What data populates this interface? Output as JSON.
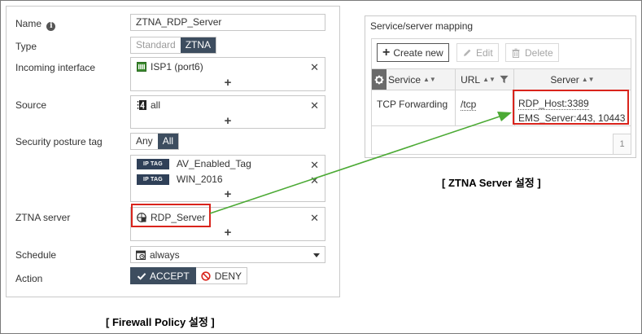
{
  "policy": {
    "fields": {
      "name_label": "Name",
      "name_value": "ZTNA_RDP_Server",
      "type_label": "Type",
      "type_options": [
        "Standard",
        "ZTNA"
      ],
      "type_selected": "ZTNA",
      "incoming_label": "Incoming interface",
      "incoming_value": "ISP1 (port6)",
      "source_label": "Source",
      "source_value": "all",
      "posture_label": "Security posture tag",
      "posture_options": [
        "Any",
        "All"
      ],
      "posture_selected": "All",
      "tag_badge": "IP TAG",
      "tags": [
        "AV_Enabled_Tag",
        "WIN_2016"
      ],
      "ztna_label": "ZTNA server",
      "ztna_value": "RDP_Server",
      "schedule_label": "Schedule",
      "schedule_value": "always",
      "action_label": "Action",
      "accept_label": "ACCEPT",
      "deny_label": "DENY"
    },
    "info_glyph": "i",
    "close_glyph": "✕",
    "plus_glyph": "+",
    "caption": "[ Firewall Policy 설정 ]"
  },
  "mapping": {
    "title": "Service/server mapping",
    "toolbar": {
      "create_label": "Create new",
      "edit_label": "Edit",
      "delete_label": "Delete"
    },
    "columns": [
      "Service",
      "URL",
      "Server"
    ],
    "rows": [
      {
        "service": "TCP Forwarding",
        "url": "/tcp",
        "servers": [
          "RDP_Host:3389",
          "EMS_Server:443, 10443"
        ]
      }
    ],
    "page": "1",
    "caption": "[ ZTNA Server 설정 ]"
  },
  "colors": {
    "accent_dark": "#3d4d5f",
    "highlight": "#d9241c",
    "arrow": "#4caa35"
  },
  "icons": [
    "info-icon",
    "interface-icon",
    "address-icon",
    "ztna-server-icon",
    "schedule-icon",
    "check-icon",
    "deny-icon",
    "close-icon",
    "plus-icon",
    "edit-icon",
    "trash-icon",
    "gear-icon",
    "filter-icon",
    "sort-icon"
  ]
}
